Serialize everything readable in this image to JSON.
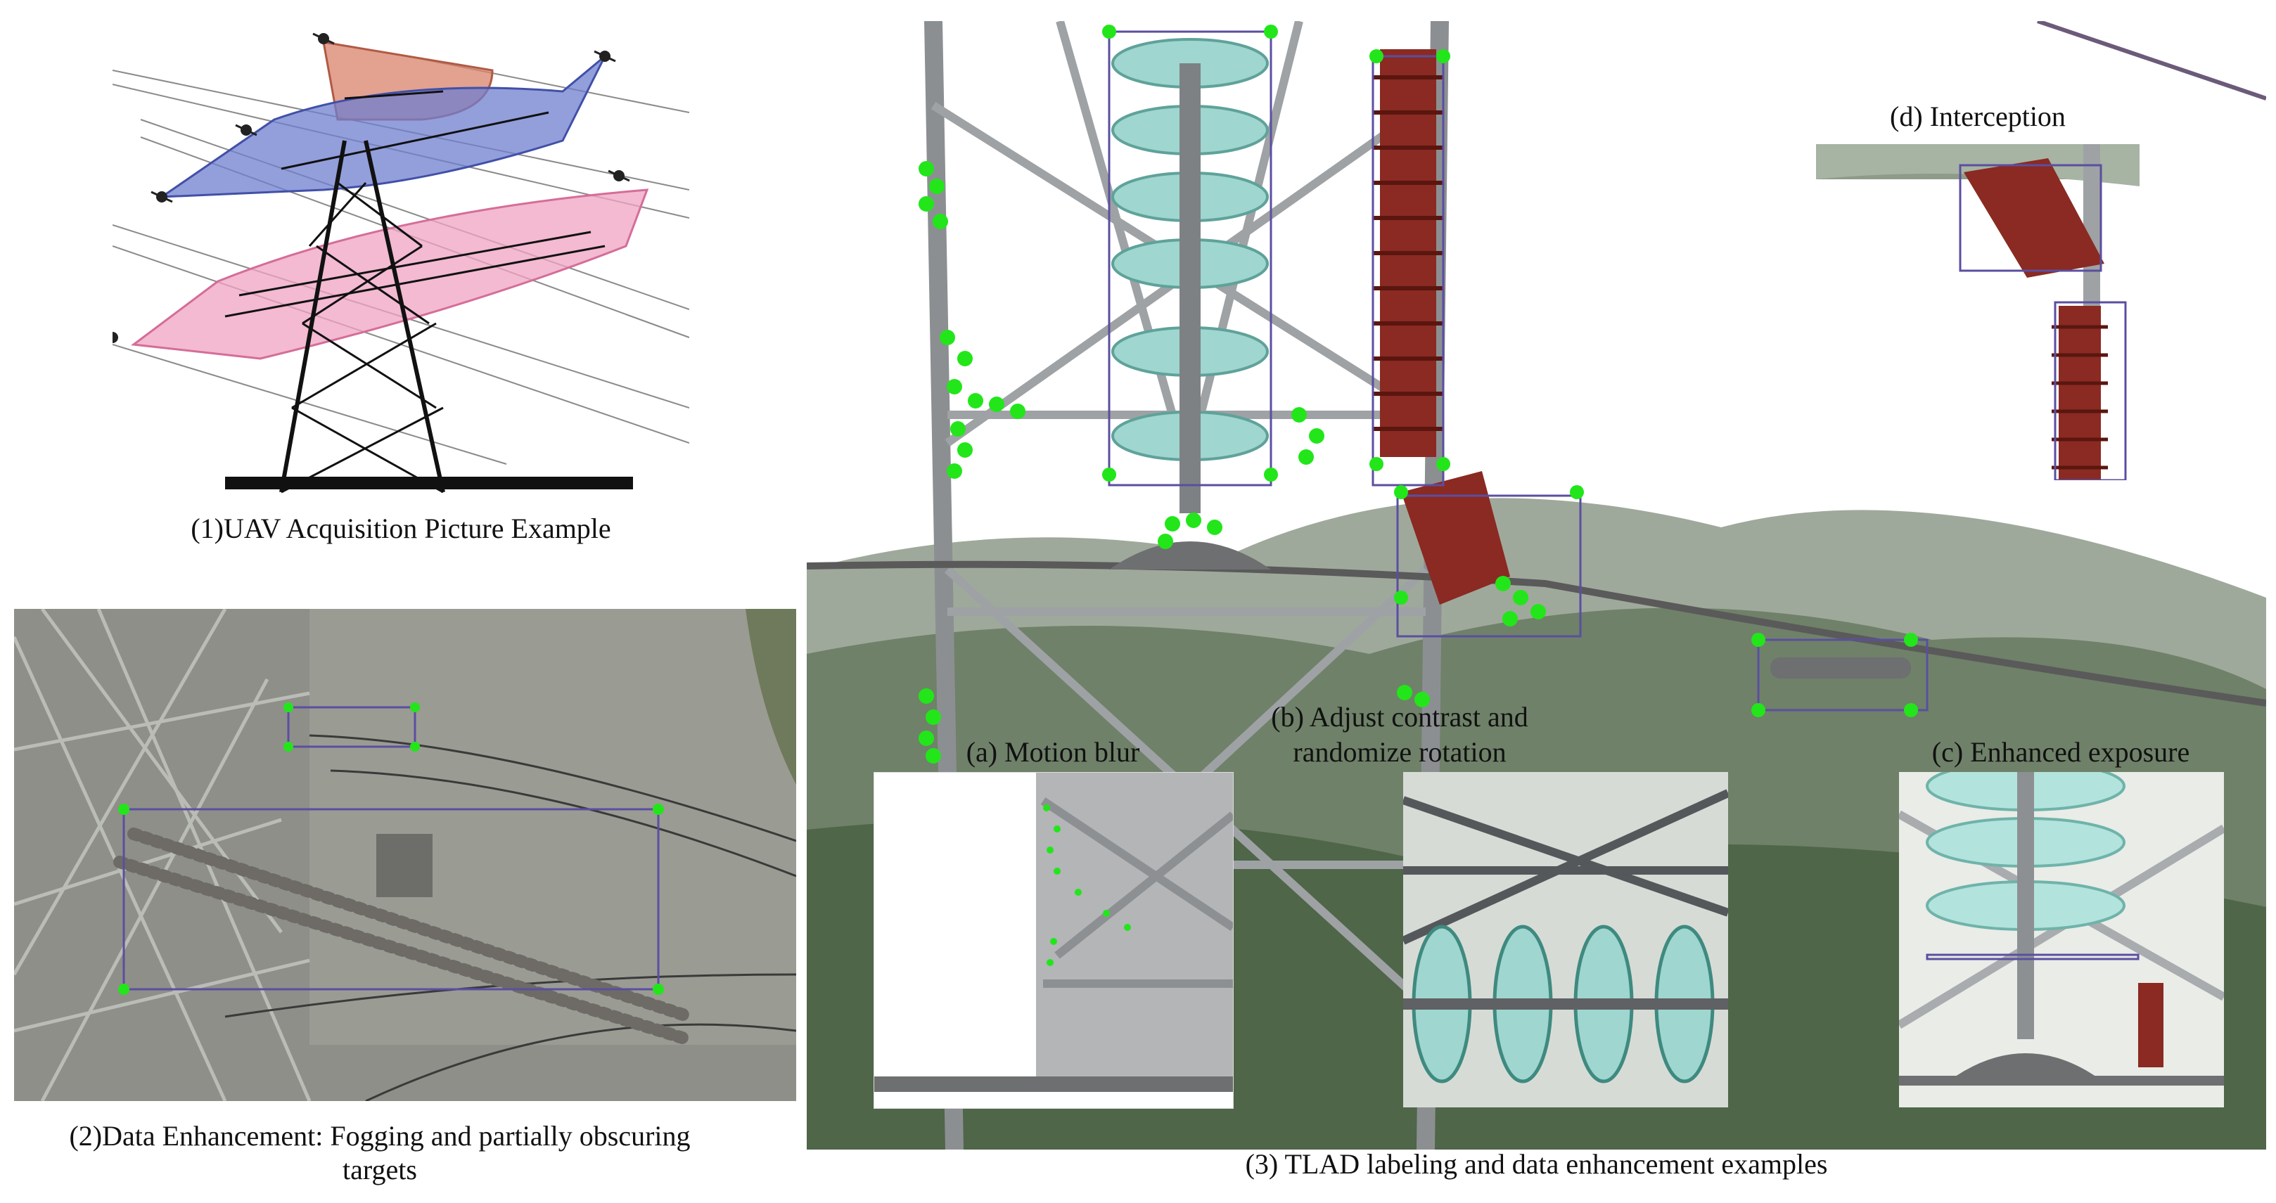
{
  "figure": {
    "panel1_caption": "(1)UAV Acquisition Picture Example",
    "panel2_caption_line1": "(2)Data Enhancement: Fogging and partially obscuring",
    "panel2_caption_line2": "targets",
    "panel3_caption": "(3) TLAD labeling and data enhancement examples",
    "inset_a_caption": "(a) Motion blur",
    "inset_b_caption_line1": "(b) Adjust contrast and",
    "inset_b_caption_line2": "randomize rotation",
    "inset_c_caption": "(c) Enhanced exposure",
    "inset_d_caption": "(d) Interception"
  },
  "colors": {
    "flight_zone_top": "#d9826b",
    "flight_zone_middle": "#6f7fcf",
    "flight_zone_bottom": "#efa3c2",
    "bbox_stroke": "#5a4fa0",
    "keypoint": "#22e61a",
    "insulator_glass": "#9fd6cf",
    "arrester": "#8a2a22",
    "fog": "#8e8f88"
  }
}
